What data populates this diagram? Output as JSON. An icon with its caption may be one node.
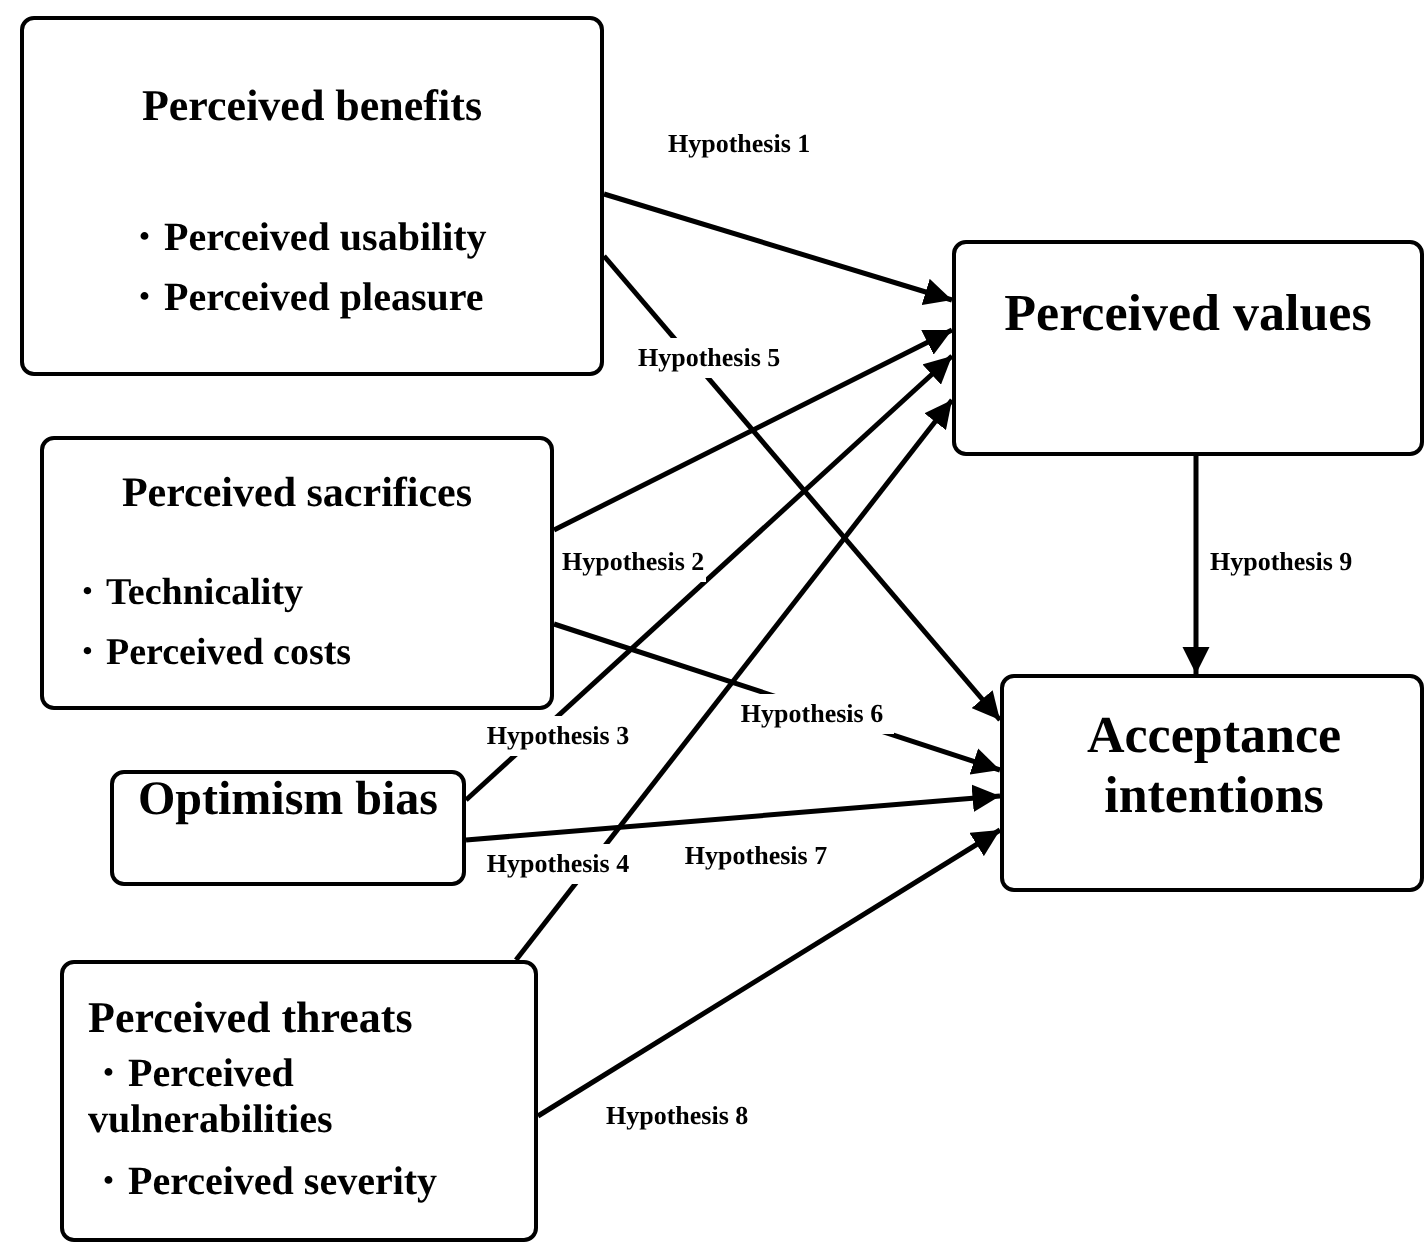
{
  "diagram": {
    "nodes": [
      {
        "text": [
          "Perceived benefits",
          "・Perceived usability",
          "・Perceived pleasure"
        ]
      },
      {
        "text": [
          "Perceived values"
        ]
      },
      {
        "text": [
          "Perceived sacrifices",
          "・Technicality",
          "・Perceived costs"
        ]
      },
      {
        "text": [
          "Acceptance intentions"
        ]
      },
      {
        "text": [
          "Optimism bias"
        ]
      },
      {
        "text": [
          "Perceived threats",
          "・Perceived vulnerabilities",
          "・Perceived severity"
        ]
      }
    ],
    "edges": [
      {
        "from": 0,
        "to": 1,
        "arrow": "to",
        "label": "Hypothesis 1"
      },
      {
        "from": 2,
        "to": 1,
        "arrow": "to",
        "label": "Hypothesis 2"
      },
      {
        "from": 4,
        "to": 1,
        "arrow": "to",
        "label": "Hypothesis 3"
      },
      {
        "from": 5,
        "to": 1,
        "arrow": "to",
        "label": "Hypothesis 4"
      },
      {
        "from": 0,
        "to": 3,
        "arrow": "to",
        "label": "Hypothesis 5"
      },
      {
        "from": 2,
        "to": 3,
        "arrow": "to",
        "label": "Hypothesis 6"
      },
      {
        "from": 4,
        "to": 3,
        "arrow": "to",
        "label": "Hypothesis 7"
      },
      {
        "from": 5,
        "to": 3,
        "arrow": "to",
        "label": "Hypothesis 8"
      },
      {
        "from": 1,
        "to": 3,
        "arrow": "to",
        "label": "Hypothesis 9"
      }
    ]
  }
}
